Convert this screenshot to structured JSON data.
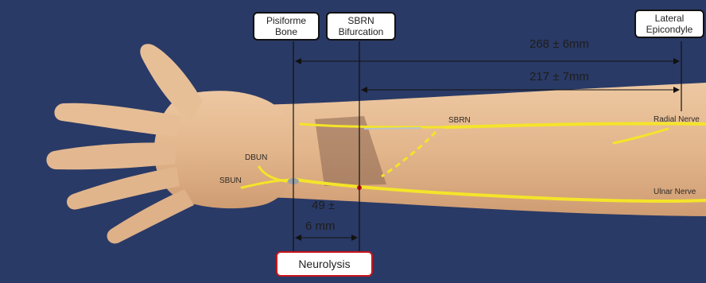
{
  "callouts": {
    "pisiform": [
      "Pisiforme",
      "Bone"
    ],
    "sbrn": [
      "SBRN",
      "Bifurcation"
    ],
    "lateral": [
      "Lateral",
      "Epicondyle"
    ],
    "neurolysis": "Neurolysis"
  },
  "measurements": {
    "long": "268 ± 6mm",
    "mid": "217 ± 7mm",
    "short_value": "49 ±",
    "short_unit": "6 mm"
  },
  "nerve_labels": {
    "sbrn": "SBRN",
    "dbun": "DBUN",
    "sbun": "SBUN",
    "radial": "Radial Nerve",
    "ulnar": "Ulnar Nerve"
  },
  "colors": {
    "background": "#2a3a66",
    "skin": "#e5bb92",
    "nerve": "#f4e42a",
    "callout_red": "#c8141b"
  }
}
